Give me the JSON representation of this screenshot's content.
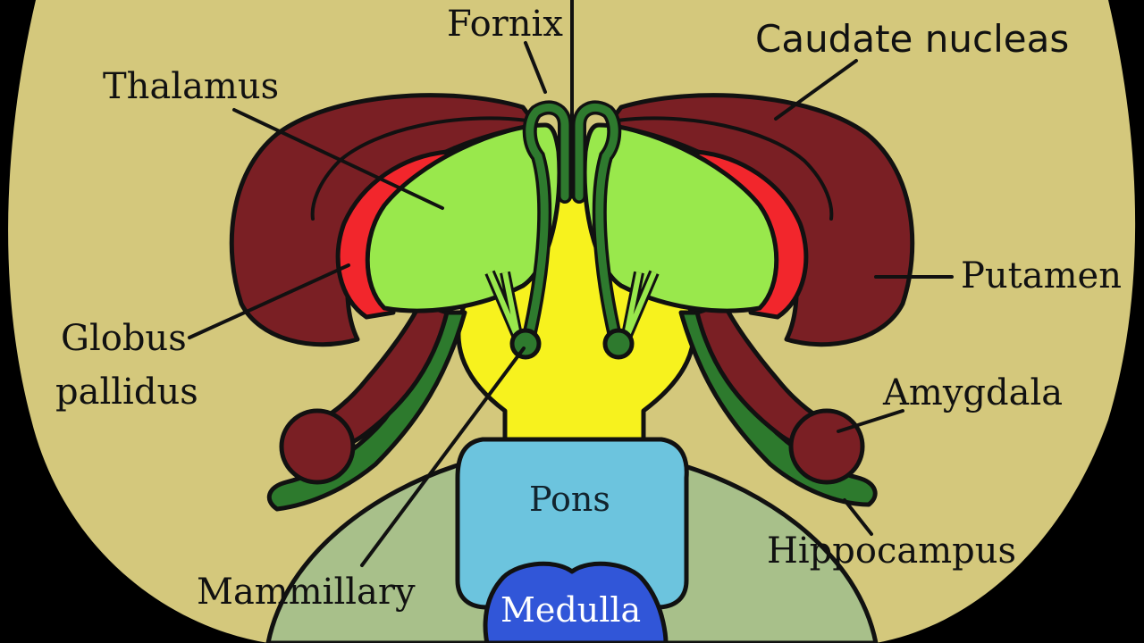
{
  "labels": {
    "fornix": "Fornix",
    "caudate_nucleus": "Caudate nucleas",
    "thalamus": "Thalamus",
    "putamen": "Putamen",
    "globus_pallidus_line1": "Globus",
    "globus_pallidus_line2": "pallidus",
    "amygdala": "Amygdala",
    "pons": "Pons",
    "hippocampus": "Hippocampus",
    "mammillary_line1": "Mammillary",
    "medulla": "Medulla"
  },
  "colors": {
    "background": "#000000",
    "brain": "#d4c87c",
    "brainstem_base": "#a8c08a",
    "caudate": "#7a1f24",
    "globus_pallidus": "#f2262c",
    "thalamus": "#99e84c",
    "fornix": "#2e7a2e",
    "hypothalamus": "#f7f21e",
    "pons": "#6cc4de",
    "medulla": "#3156d8",
    "hippocampus": "#2d7a2d"
  }
}
